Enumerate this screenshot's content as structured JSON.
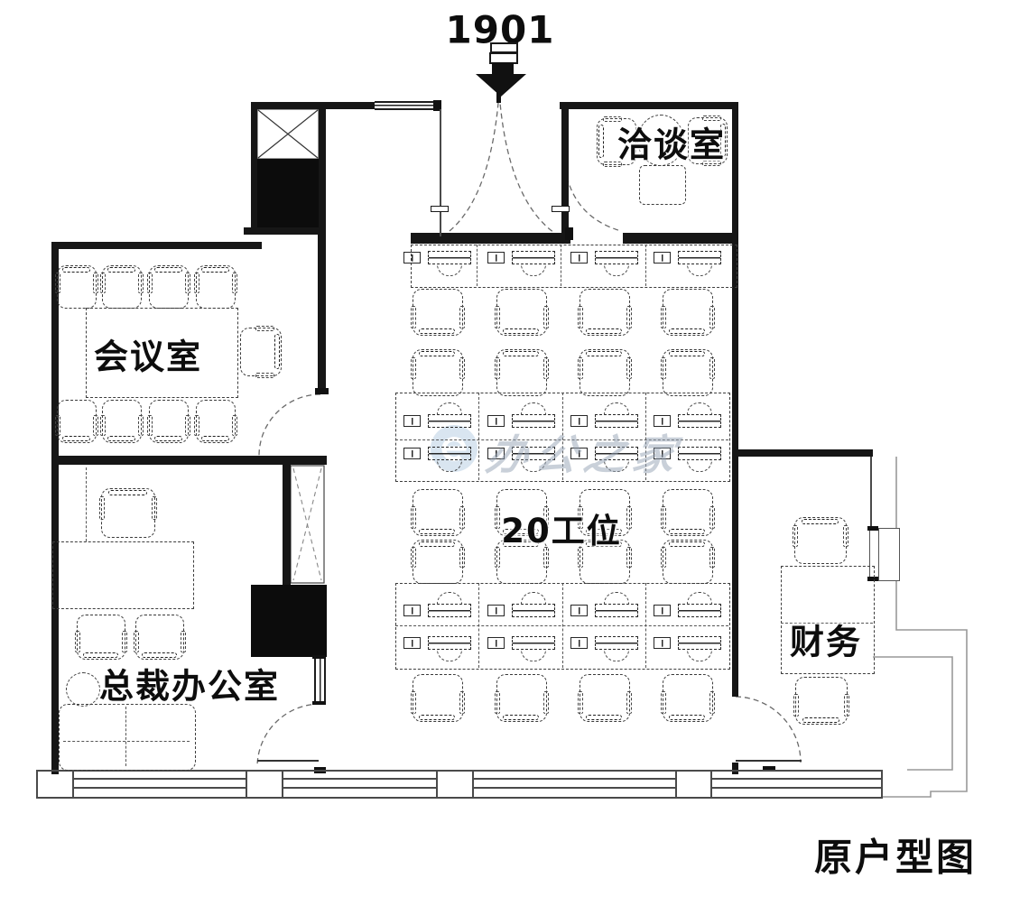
{
  "plan_title": "原户型图",
  "entrance": {
    "unit_number": "1901"
  },
  "watermark": {
    "brand_text": "办公之家",
    "logo": "e-circle-logo"
  },
  "rooms": {
    "negotiation": {
      "label": "洽谈室"
    },
    "meeting": {
      "label": "会议室"
    },
    "ceo": {
      "label": "总裁办公室"
    },
    "open_office": {
      "label": "20工位",
      "workstation_count": 20
    },
    "finance": {
      "label": "财务"
    }
  },
  "colors": {
    "wall": "#161616",
    "furniture_line": "#3d3d3d",
    "balcony_line": "#999999",
    "watermark_blue": "#82aacd",
    "watermark_gray": "#94a2b4"
  }
}
